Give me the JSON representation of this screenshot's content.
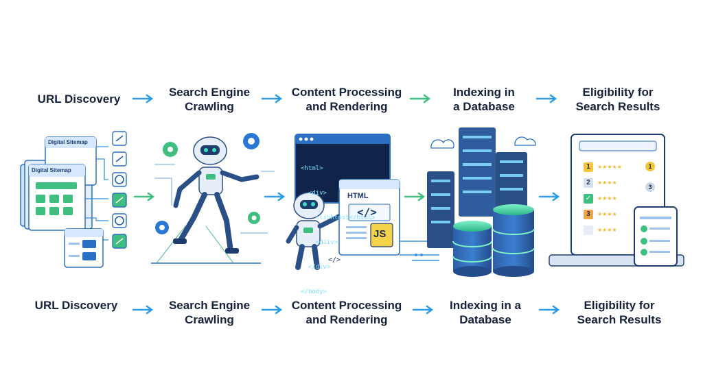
{
  "top_steps": [
    {
      "label": "URL Discovery"
    },
    {
      "label": "Search Engine\nCrawling"
    },
    {
      "label": "Content Processing\nand Rendering"
    },
    {
      "label": "Indexing in\na Database"
    },
    {
      "label": "Eligibility for\nSearch Results"
    }
  ],
  "bottom_steps": [
    {
      "label": "URL Discovery"
    },
    {
      "label": "Search Engine\nCrawling"
    },
    {
      "label": "Content Processing\nand Rendering"
    },
    {
      "label": "Indexing in a\nDatabase"
    },
    {
      "label": "Eligibility for\nSearch Results"
    }
  ],
  "sitemap": {
    "title_front": "Digital Sitemap",
    "title_back": "Digital Sitemap"
  },
  "code_window": {
    "lines": [
      "<html>",
      "  <div>",
      "    <li>htost</html>",
      "    <diiv>",
      "  </div>",
      "</body>"
    ]
  },
  "render_card": {
    "title": "HTML",
    "code_symbol": "</>",
    "js_badge": "JS",
    "small_symbol": "</>"
  },
  "results": {
    "ranks": [
      "1",
      "2",
      "",
      "3",
      ""
    ],
    "medal_numbers": [
      "1",
      "3"
    ]
  },
  "colors": {
    "accent": "#2a9ee8",
    "arrow": "#2c9be6",
    "green": "#3fbf7f",
    "navy": "#1f3f7a",
    "teal": "#3fd6b0"
  }
}
